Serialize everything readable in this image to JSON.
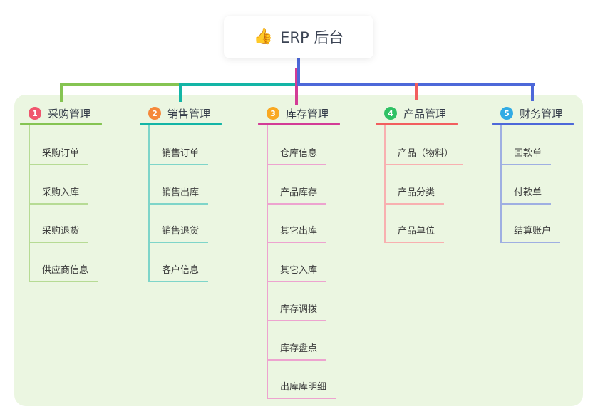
{
  "root": {
    "icon": "thumbs-up-icon",
    "icon_glyph": "👍",
    "label": "ERP 后台"
  },
  "connector_colors": {
    "root_line": "#4d68d9",
    "bus_green": "#85c452",
    "bus_teal": "#13b5a6",
    "bus_blue": "#4d68d9",
    "stub_magenta": "#d33c96",
    "stub_red": "#f25e5e"
  },
  "panel_color": "#ebf6e1",
  "branches": [
    {
      "num": "1",
      "title": "采购管理",
      "color": "#85c452",
      "light": "#b6db94",
      "badge": "#f0566e",
      "items": [
        "采购订单",
        "采购入库",
        "采购退货",
        "供应商信息"
      ]
    },
    {
      "num": "2",
      "title": "销售管理",
      "color": "#13b5a6",
      "light": "#7ed5c9",
      "badge": "#f5883a",
      "items": [
        "销售订单",
        "销售出库",
        "销售退货",
        "客户信息"
      ]
    },
    {
      "num": "3",
      "title": "库存管理",
      "color": "#d33c96",
      "light": "#eda3cf",
      "badge": "#f9a822",
      "items": [
        "仓库信息",
        "产品库存",
        "其它出库",
        "其它入库",
        "库存调拨",
        "库存盘点",
        "出库库明细"
      ]
    },
    {
      "num": "4",
      "title": "产品管理",
      "color": "#f25e5e",
      "light": "#f8b0b0",
      "badge": "#2fc164",
      "items": [
        "产品（物料）",
        "产品分类",
        "产品单位"
      ]
    },
    {
      "num": "5",
      "title": "财务管理",
      "color": "#4d68d9",
      "light": "#9fafe2",
      "badge": "#31abe4",
      "items": [
        "回款单",
        "付款单",
        "结算账户"
      ]
    }
  ]
}
